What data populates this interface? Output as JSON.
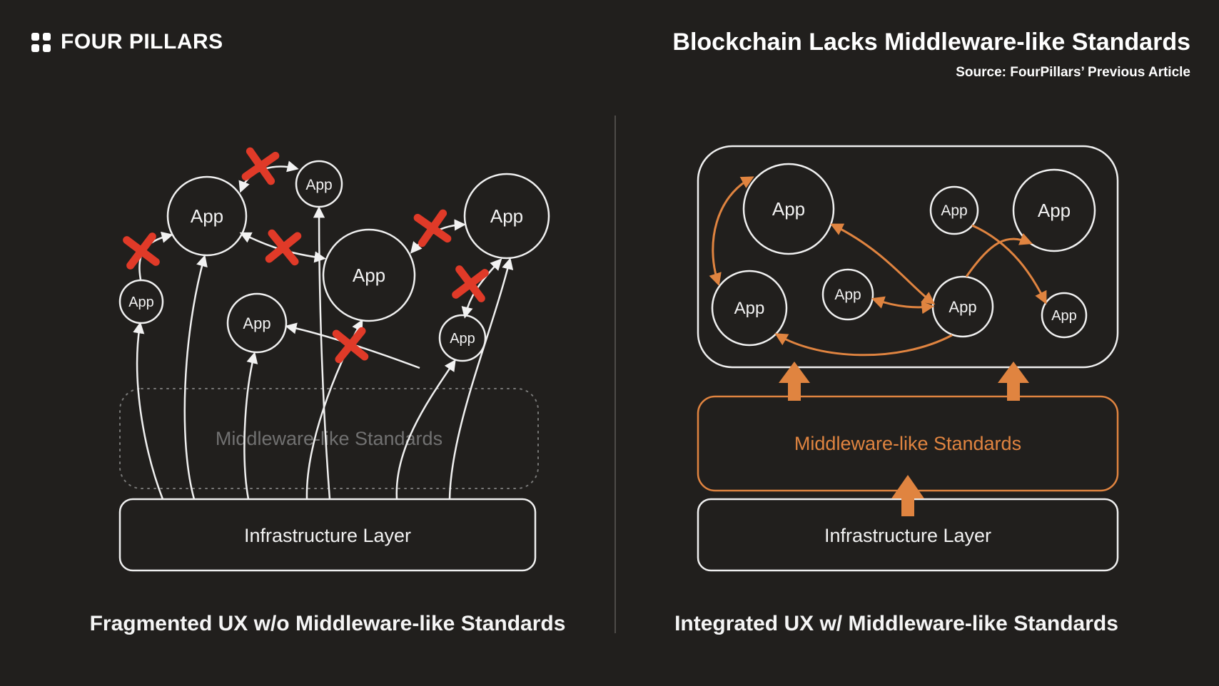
{
  "header": {
    "brand": "FOUR PILLARS",
    "title": "Blockchain Lacks Middleware-like Standards",
    "source": "Source: FourPillars’ Previous Article"
  },
  "labels": {
    "app": "App",
    "middleware": "Middleware-like Standards",
    "infrastructure": "Infrastructure Layer"
  },
  "left_panel": {
    "caption": "Fragmented UX w/o Middleware-like Standards",
    "app_count": 7,
    "broken_connection_count": 6
  },
  "right_panel": {
    "caption": "Integrated UX w/ Middleware-like Standards",
    "app_count": 7
  },
  "colors": {
    "background": "#211F1D",
    "foreground": "#F2F2F2",
    "accent_orange": "#E08440",
    "broken_red": "#E03A28",
    "muted_gray": "#717171"
  }
}
